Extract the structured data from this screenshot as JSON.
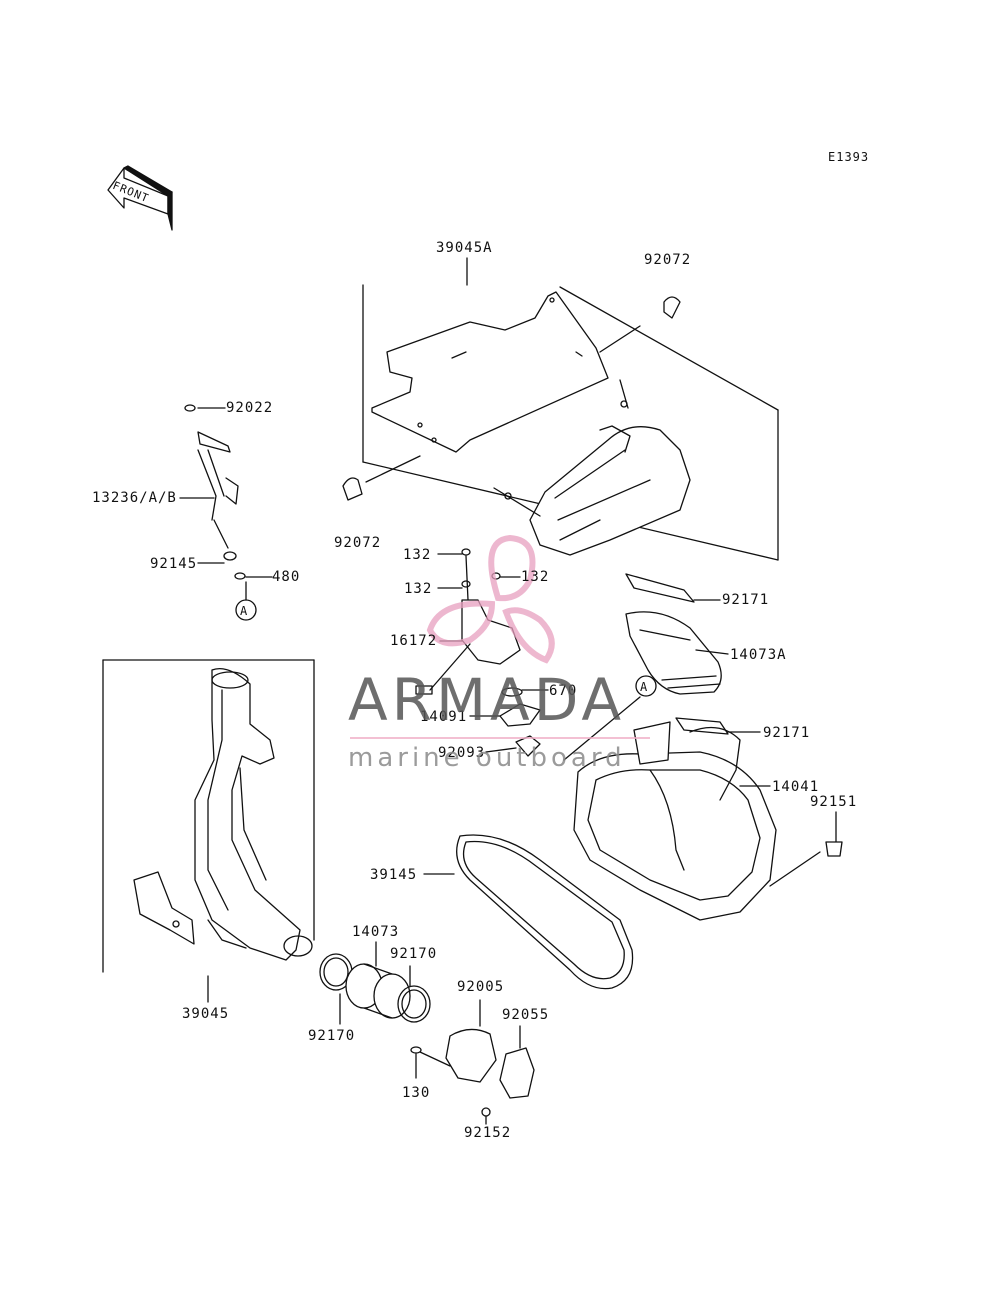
{
  "diagram": {
    "code": "E1393",
    "front_arrow_text": "FRONT",
    "callout_ref": "A"
  },
  "watermark": {
    "title": "ARMADA",
    "subtitle": "marine outboard",
    "accent_color": "#e8a0bf"
  },
  "labels": {
    "p39045A": "39045A",
    "p92072_top": "92072",
    "p92022": "92022",
    "p13236": "13236/A/B",
    "p92072_left": "92072",
    "p132_a": "132",
    "p132_b": "132",
    "p132_c": "132",
    "p92145": "92145",
    "p480": "480",
    "p92171_top": "92171",
    "p16172": "16172",
    "p14073A": "14073A",
    "p670": "670",
    "p14091": "14091",
    "p92171_mid": "92171",
    "p92093": "92093",
    "p14041": "14041",
    "p92151": "92151",
    "p39145": "39145",
    "p14073": "14073",
    "p92170_a": "92170",
    "p92005": "92005",
    "p92055": "92055",
    "p39045": "39045",
    "p92170_b": "92170",
    "p130": "130",
    "p92152": "92152"
  }
}
